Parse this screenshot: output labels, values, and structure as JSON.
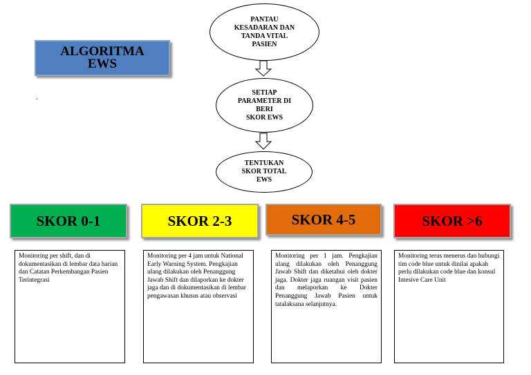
{
  "title": "ALGORITMA\nEWS",
  "dot": ".",
  "steps": [
    "PANTAU\nKESADARAN DAN\nTANDA VITAL\nPASIEN",
    "SETIAP\nPARAMETER DI\nBERI\nSKOR EWS",
    "TENTUKAN\nSKOR TOTAL\nEWS"
  ],
  "scores": [
    {
      "label": "SKOR 0-1",
      "color": "#00b050",
      "description": "Monitoring per shift, dan di dokumentasikan di lembar data harian dan Catatan Perkembangan Pasien Terintegrasi"
    },
    {
      "label": "SKOR 2-3",
      "color": "#ffff00",
      "description": "Monitoring per 4 jam untuk National Early Warning System. Pengkajian ulang dilakukan oleh Penanggung Jawab Shift dan dilaporkan ke dokter jaga dan di dokumentasikan di lembar pengawasan khusus atau observasi"
    },
    {
      "label": "SKOR 4-5",
      "color": "#e36c0a",
      "description": "Monitoring per 1 jam. Pengkajian ulang dilakukan oleh Penanggung Jawab Shift dan diketahui oleh dokter jaga. Dokter jaga ruangan visit pasien dan melaporkan ke Dokter Penanggung Jawab Pasien untuk tatalaksana selanjutnya."
    },
    {
      "label": "SKOR >6",
      "color": "#ff0000",
      "description": "Monitoring terus menerus dan hubungi tim code blue untuk dinilai apakah perlu dilakukan code blue dan konsul Intesive Care Unit"
    }
  ]
}
